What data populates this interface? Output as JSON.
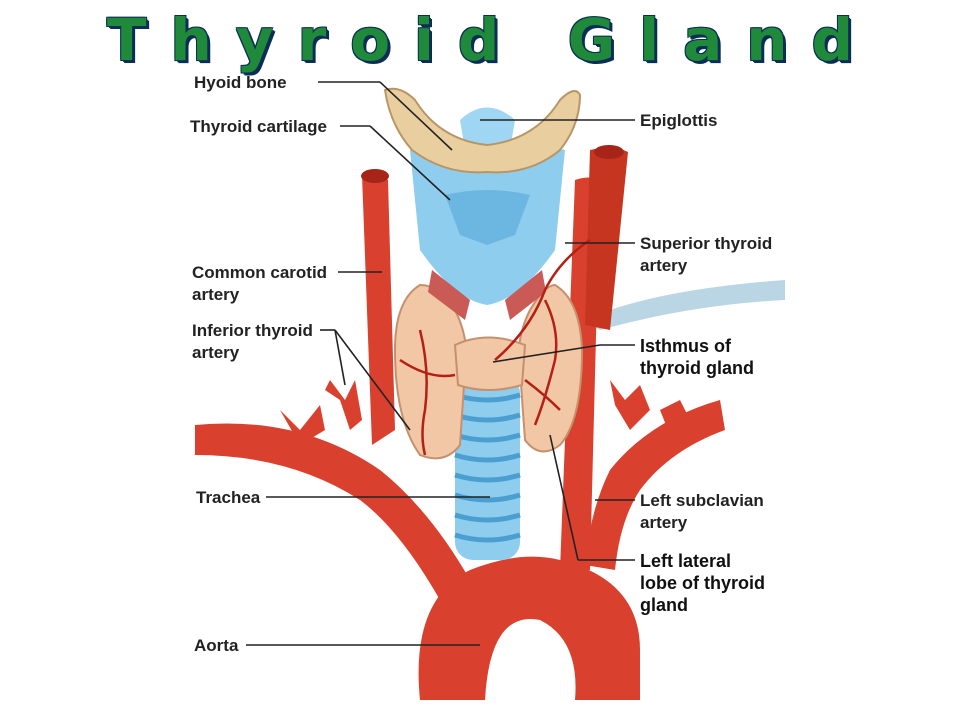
{
  "title": "Thyroid Gland",
  "labels": {
    "hyoid_bone": "Hyoid bone",
    "thyroid_cartilage": "Thyroid cartilage",
    "common_carotid_1": "Common carotid",
    "common_carotid_2": "artery",
    "inferior_thyroid_1": "Inferior thyroid",
    "inferior_thyroid_2": "artery",
    "trachea": "Trachea",
    "aorta": "Aorta",
    "epiglottis": "Epiglottis",
    "superior_thyroid_1": "Superior thyroid",
    "superior_thyroid_2": "artery",
    "isthmus_1": "Isthmus of",
    "isthmus_2": "thyroid gland",
    "left_subclavian_1": "Left subclavian",
    "left_subclavian_2": "artery",
    "left_lateral_1": "Left lateral",
    "left_lateral_2": "lobe of thyroid",
    "left_lateral_3": "gland"
  },
  "colors": {
    "artery": "#d9412e",
    "artery_dark": "#a62418",
    "cartilage": "#8fcdef",
    "cartilage_dark": "#4a9fd0",
    "thyroid": "#f1c7a6",
    "thyroid_edge": "#c7906c",
    "bone": "#e9cfa0",
    "title_fill": "#1f8a3a",
    "title_shadow": "#0b2d57"
  }
}
